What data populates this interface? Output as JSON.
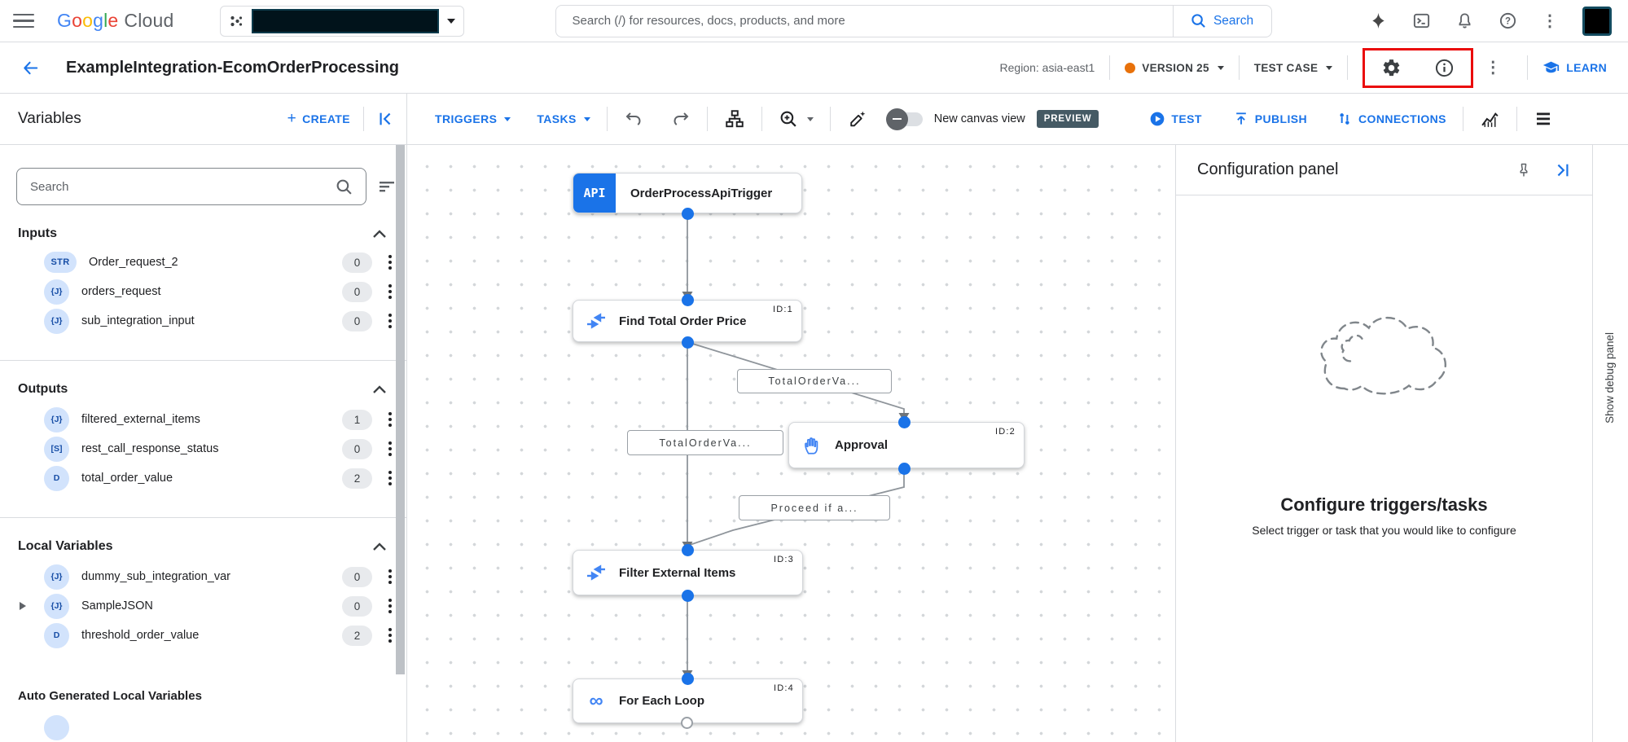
{
  "colors": {
    "accent": "#1a73e8",
    "node_icon_blue": "#4285f4",
    "version_dot": "#e8710a",
    "highlight_box": "#ea0b0b",
    "preview_badge_bg": "#455a64",
    "type_badge_bg": "#d2e3fc",
    "count_pill_bg": "#e8eaed"
  },
  "topbar": {
    "logo_letters": {
      "g1": "G",
      "o1": "o",
      "o2": "o",
      "g2": "g",
      "l": "l",
      "e": "e",
      "cloud": "Cloud"
    },
    "search_placeholder": "Search (/) for resources, docs, products, and more",
    "search_button_label": "Search"
  },
  "titlebar": {
    "title": "ExampleIntegration-EcomOrderProcessing",
    "region": "Region: asia-east1",
    "version": "VERSION 25",
    "test_case": "TEST CASE",
    "learn": "LEARN"
  },
  "variables_header": {
    "title": "Variables",
    "create": "CREATE",
    "create_plus": "+"
  },
  "canvas_toolbar": {
    "triggers": "TRIGGERS",
    "tasks": "TASKS",
    "new_canvas_view": "New canvas view",
    "preview": "PREVIEW",
    "test": "TEST",
    "publish": "PUBLISH",
    "connections": "CONNECTIONS"
  },
  "sidebar": {
    "search_placeholder": "Search",
    "sections": [
      {
        "title": "Inputs",
        "items": [
          {
            "badge": "STR",
            "name": "Order_request_2",
            "count": "0"
          },
          {
            "badge": "{J}",
            "name": "orders_request",
            "count": "0"
          },
          {
            "badge": "{J}",
            "name": "sub_integration_input",
            "count": "0"
          }
        ]
      },
      {
        "title": "Outputs",
        "items": [
          {
            "badge": "{J}",
            "name": "filtered_external_items",
            "count": "1"
          },
          {
            "badge": "[S]",
            "name": "rest_call_response_status",
            "count": "0"
          },
          {
            "badge": "D",
            "name": "total_order_value",
            "count": "2"
          }
        ]
      },
      {
        "title": "Local Variables",
        "items": [
          {
            "badge": "{J}",
            "name": "dummy_sub_integration_var",
            "count": "0"
          },
          {
            "badge": "{J}",
            "name": "SampleJSON",
            "count": "0"
          },
          {
            "badge": "D",
            "name": "threshold_order_value",
            "count": "2"
          }
        ]
      }
    ],
    "auto_generated_title": "Auto Generated Local Variables"
  },
  "canvas": {
    "nodes": [
      {
        "id_label": "",
        "title": "OrderProcessApiTrigger",
        "badge": "API"
      },
      {
        "id_label": "ID:1",
        "title": "Find Total Order Price"
      },
      {
        "id_label": "ID:2",
        "title": "Approval"
      },
      {
        "id_label": "ID:3",
        "title": "Filter External Items"
      },
      {
        "id_label": "ID:4",
        "title": "For Each Loop"
      }
    ],
    "edge_labels": [
      "TotalOrderVa...",
      "TotalOrderVa...",
      "Proceed if a..."
    ],
    "loop_icon_glyph": "∞"
  },
  "config_panel": {
    "title": "Configuration panel",
    "heading": "Configure triggers/tasks",
    "subheading": "Select trigger or task that you would like to configure"
  },
  "debug_rail": {
    "label": "Show debug panel"
  }
}
